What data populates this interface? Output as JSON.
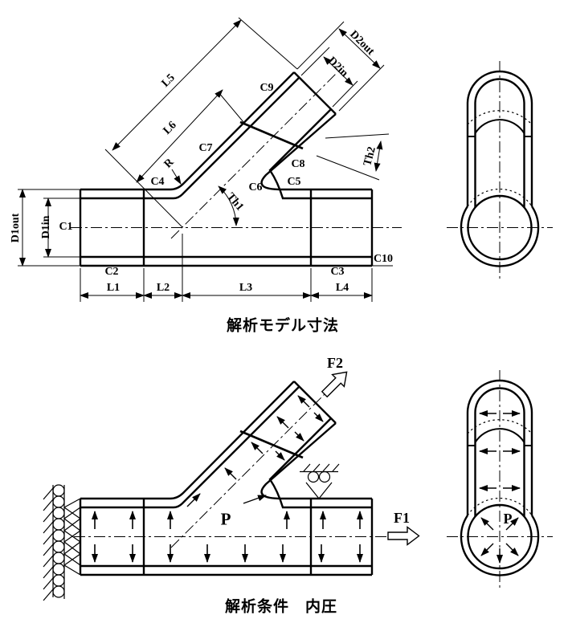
{
  "drawing": {
    "caption": "解析モデル寸法",
    "labels": {
      "d1out": "D1out",
      "d1in": "D1in",
      "d2out": "D2out",
      "d2in": "D2in",
      "l1": "L1",
      "l2": "L2",
      "l3": "L3",
      "l4": "L4",
      "l5": "L5",
      "l6": "L6",
      "c1": "C1",
      "c2": "C2",
      "c3": "C3",
      "c4": "C4",
      "c5": "C5",
      "c6": "C6",
      "c7": "C7",
      "c8": "C8",
      "c9": "C9",
      "c10": "C10",
      "r": "R",
      "th1": "Th1",
      "th2": "Th2"
    }
  },
  "analysis": {
    "caption": "解析条件　内圧",
    "force1": "F1",
    "force2": "F2",
    "pressure_main": "P",
    "pressure_end": "P"
  },
  "colors": {
    "ink": "#000000",
    "paper": "#ffffff"
  }
}
